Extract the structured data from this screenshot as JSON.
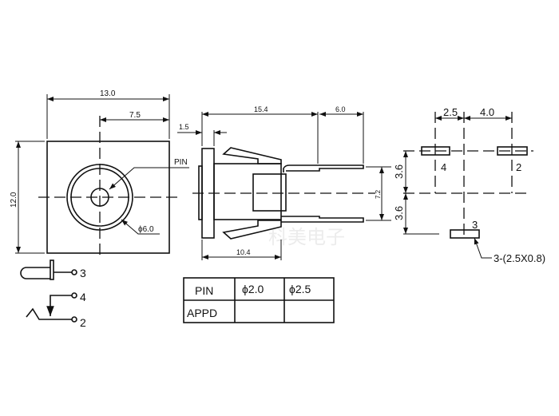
{
  "front_view": {
    "width_dim": "13.0",
    "center_dim": "7.5",
    "height_dim": "12.0",
    "pin_label": "PIN",
    "diameter_label": "ϕ6.0"
  },
  "side_view": {
    "flange_dim": "1.5",
    "length_dim": "15.4",
    "pin_ext_dim": "6.0",
    "body_dim": "10.4",
    "pin_spacing_dim": "7.2"
  },
  "footprint": {
    "dim_a": "2.5",
    "dim_b": "4.0",
    "dim_v1": "3.6",
    "dim_v2": "3.6",
    "pad_labels": [
      "4",
      "2",
      "3"
    ],
    "pad_note": "3-(2.5X0.8)"
  },
  "schematic": {
    "pins": [
      "3",
      "4",
      "2"
    ]
  },
  "table": {
    "headers": [
      "PIN",
      "ϕ2.0",
      "ϕ2.5"
    ],
    "row_label": "APPD",
    "row_values": [
      "",
      ""
    ]
  },
  "watermark": "科美电子"
}
